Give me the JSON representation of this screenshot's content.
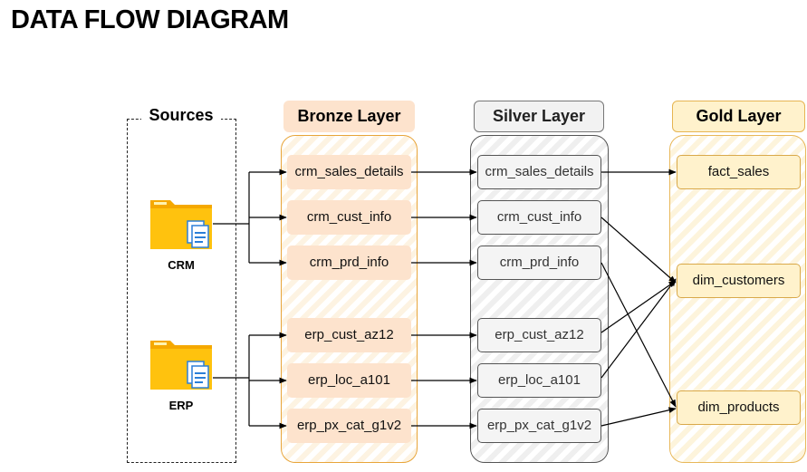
{
  "title": "DATA FLOW DIAGRAM",
  "sources": {
    "label": "Sources",
    "items": [
      "CRM",
      "ERP"
    ]
  },
  "layers": {
    "bronze": "Bronze Layer",
    "silver": "Silver Layer",
    "gold": "Gold Layer"
  },
  "bronze_tables": [
    "crm_sales_details",
    "crm_cust_info",
    "crm_prd_info",
    "erp_cust_az12",
    "erp_loc_a101",
    "erp_px_cat_g1v2"
  ],
  "silver_tables": [
    "crm_sales_details",
    "crm_cust_info",
    "crm_prd_info",
    "erp_cust_az12",
    "erp_loc_a101",
    "erp_px_cat_g1v2"
  ],
  "gold_tables": [
    "fact_sales",
    "dim_customers",
    "dim_products"
  ],
  "icons": [
    "folder-icon",
    "documents-icon"
  ],
  "colors": {
    "bronze": "#fde3cd",
    "silver": "#f4f4f4",
    "gold": "#fff2cc",
    "folder": "#ffc20e",
    "document": "#2b7fd8"
  }
}
